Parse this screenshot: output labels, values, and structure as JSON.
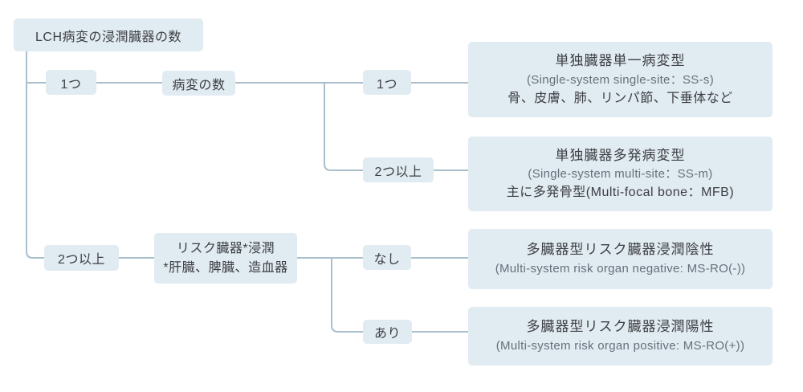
{
  "colors": {
    "box_fill": "#e1ebf2",
    "line": "#a9bfcb",
    "text_dark": "#3d4043",
    "text_gray": "#66707a"
  },
  "root": {
    "label": "LCH病変の浸潤臓器の数"
  },
  "level1": {
    "one": {
      "label": "1つ"
    },
    "multi": {
      "label": "2つ以上"
    }
  },
  "questions": {
    "lesion_count": {
      "label": "病変の数"
    },
    "risk_organ": {
      "line1": "リスク臓器*浸潤",
      "line2": "*肝臓、脾臓、造血器"
    }
  },
  "level2": {
    "one": {
      "label": "1つ"
    },
    "two_or_more": {
      "label": "2つ以上"
    },
    "none": {
      "label": "なし"
    },
    "present": {
      "label": "あり"
    }
  },
  "results": {
    "ss_s": {
      "title": "単独臓器単一病変型",
      "subtitle": "(Single-system single-site：SS-s)",
      "note": "骨、皮膚、肺、リンパ節、下垂体など"
    },
    "ss_m": {
      "title": "単独臓器多発病変型",
      "subtitle": "(Single-system multi-site：SS-m)",
      "note": "主に多発骨型(Multi-focal bone：MFB)"
    },
    "ms_ro_neg": {
      "title": "多臓器型リスク臓器浸潤陰性",
      "subtitle": "(Multi-system risk organ negative: MS-RO(-))"
    },
    "ms_ro_pos": {
      "title": "多臓器型リスク臓器浸潤陽性",
      "subtitle": "(Multi-system risk organ positive: MS-RO(+))"
    }
  }
}
